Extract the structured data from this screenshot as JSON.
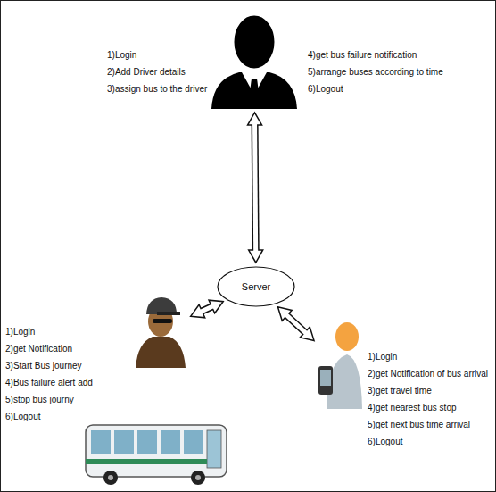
{
  "diagram": {
    "nodes": [
      {
        "text": [
          "1)Login",
          "2)Add Driver details",
          "3)assign bus to the driver",
          "4)get bus failure notification",
          "5)arrange buses according to time",
          "6)Logout"
        ]
      },
      {
        "text": [
          "Server"
        ]
      },
      {
        "text": [
          "1)Login",
          "2)get Notification",
          "3)Start Bus journey",
          "4)Bus failure alert add",
          "5)stop bus journy",
          "6)Logout"
        ]
      },
      {
        "text": [
          "1)Login",
          "2)get Notification of bus arrival",
          "3)get travel time",
          "4)get nearest bus stop",
          "5)get next bus time arrival",
          "6)Logout"
        ]
      }
    ],
    "edges": [
      {
        "from": 0,
        "to": 1,
        "arrow": "both"
      },
      {
        "from": 2,
        "to": 1,
        "arrow": "both"
      },
      {
        "from": 1,
        "to": 3,
        "arrow": "both"
      }
    ]
  }
}
